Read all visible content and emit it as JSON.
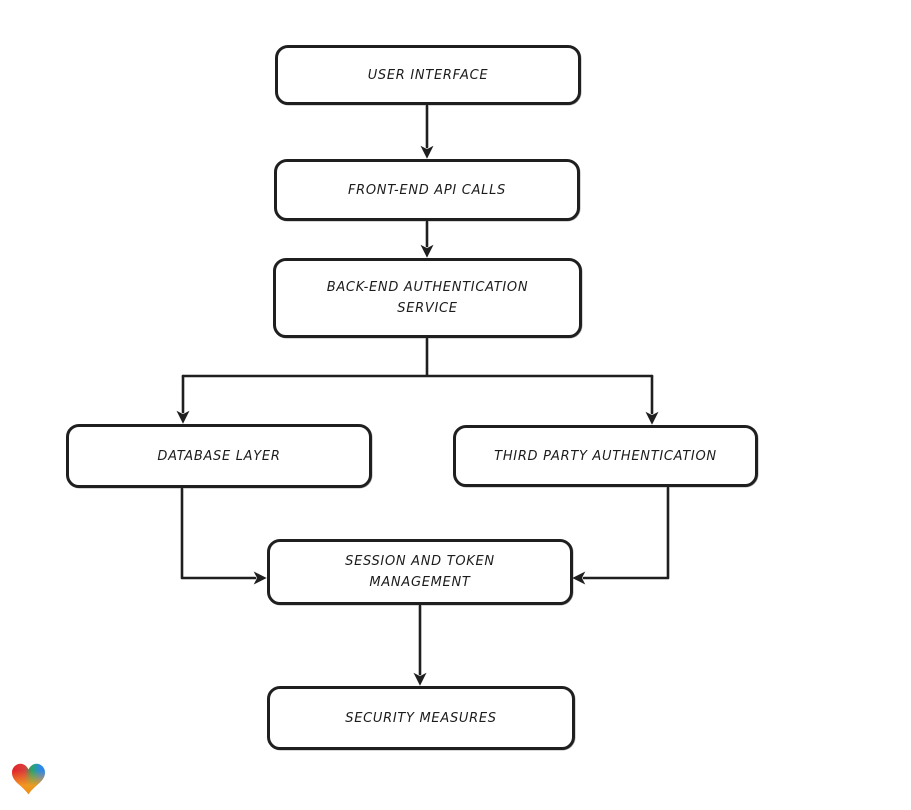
{
  "diagram": {
    "type": "flowchart",
    "nodes": [
      {
        "id": "user-interface",
        "label": "USER INTERFACE"
      },
      {
        "id": "front-end-api-calls",
        "label": "FRONT-END API CALLS"
      },
      {
        "id": "back-end-authentication-service",
        "label": "BACK-END AUTHENTICATION\nSERVICE"
      },
      {
        "id": "database-layer",
        "label": "DATABASE LAYER"
      },
      {
        "id": "third-party-authentication",
        "label": "THIRD PARTY AUTHENTICATION"
      },
      {
        "id": "session-and-token-management",
        "label": "SESSION AND TOKEN\nMANAGEMENT"
      },
      {
        "id": "security-measures",
        "label": "SECURITY MEASURES"
      }
    ],
    "edges": [
      {
        "from": "user-interface",
        "to": "front-end-api-calls"
      },
      {
        "from": "front-end-api-calls",
        "to": "back-end-authentication-service"
      },
      {
        "from": "back-end-authentication-service",
        "to": "database-layer"
      },
      {
        "from": "back-end-authentication-service",
        "to": "third-party-authentication"
      },
      {
        "from": "database-layer",
        "to": "session-and-token-management"
      },
      {
        "from": "third-party-authentication",
        "to": "session-and-token-management"
      },
      {
        "from": "session-and-token-management",
        "to": "security-measures"
      }
    ],
    "colors": {
      "background": "#ffffff",
      "node_fill": "#ffffff",
      "stroke": "#1f1f1f",
      "text": "#1c1c1c"
    },
    "logo": {
      "icon": "heart-icon",
      "gradient_colors": [
        "#e42128",
        "#27a865",
        "#2d89e5",
        "#f59c1f"
      ]
    }
  }
}
